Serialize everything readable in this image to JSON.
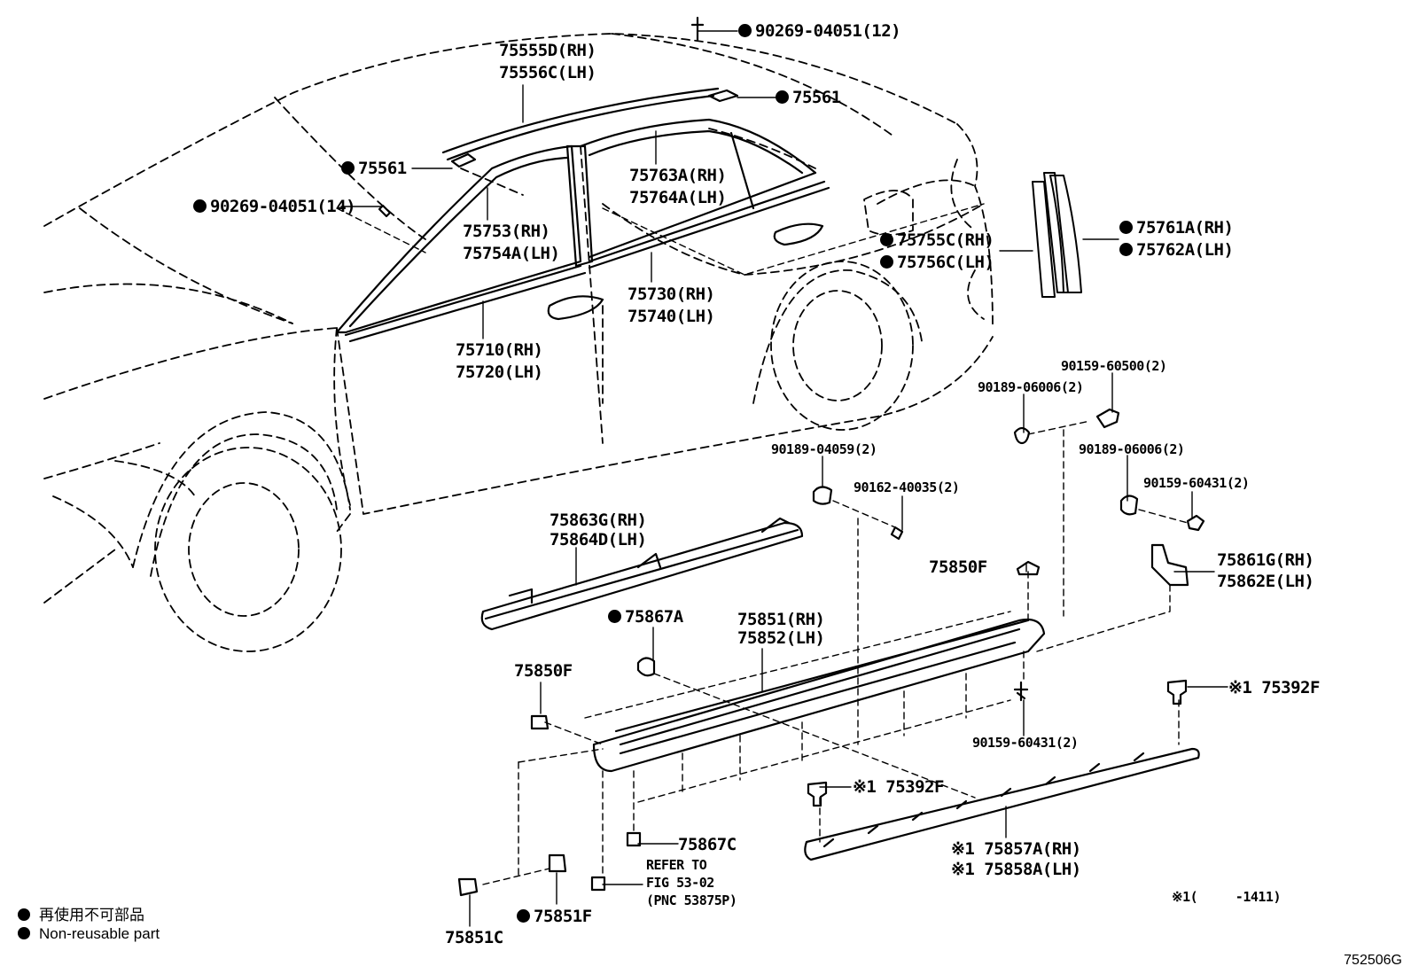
{
  "labels": {
    "p_90269_12": "90269-04051(12)",
    "p_75555d": "75555D(RH)",
    "p_75556c": "75556C(LH)",
    "p_75561_top": "75561",
    "p_75561_left": "75561",
    "p_90269_14": "90269-04051(14)",
    "p_75763a": "75763A(RH)",
    "p_75764a": "75764A(LH)",
    "p_75753": "75753(RH)",
    "p_75754a": "75754A(LH)",
    "p_75730": "75730(RH)",
    "p_75740": "75740(LH)",
    "p_75710": "75710(RH)",
    "p_75720": "75720(LH)",
    "p_75755c": "75755C(RH)",
    "p_75756c": "75756C(LH)",
    "p_75761a": "75761A(RH)",
    "p_75762a": "75762A(LH)",
    "p_90159_60500": "90159-60500(2)",
    "p_90189_06006a": "90189-06006(2)",
    "p_90189_04059": "90189-04059(2)",
    "p_90189_06006b": "90189-06006(2)",
    "p_90162_40035": "90162-40035(2)",
    "p_90159_60431a": "90159-60431(2)",
    "p_75863g": "75863G(RH)",
    "p_75864d": "75864D(LH)",
    "p_75850f_right": "75850F",
    "p_75861g": "75861G(RH)",
    "p_75862e": "75862E(LH)",
    "p_75867a": "75867A",
    "p_75851": "75851(RH)",
    "p_75852": "75852(LH)",
    "p_75850f_left": "75850F",
    "p_75392f_right": "※1 75392F",
    "p_90159_60431b": "90159-60431(2)",
    "p_75392f_mid": "※1 75392F",
    "p_75867c": "75867C",
    "refer1": "REFER TO",
    "refer2": "FIG 53-02",
    "refer3": "(PNC 53875P)",
    "p_75857a": "※1 75857A(RH)",
    "p_75858a": "※1 75858A(LH)",
    "note1": "※1(     -1411)",
    "p_75851f": "75851F",
    "p_75851c": "75851C"
  },
  "legend": {
    "jp": "再使用不可部品",
    "en": "Non-reusable part"
  },
  "figure_code": "752506G"
}
